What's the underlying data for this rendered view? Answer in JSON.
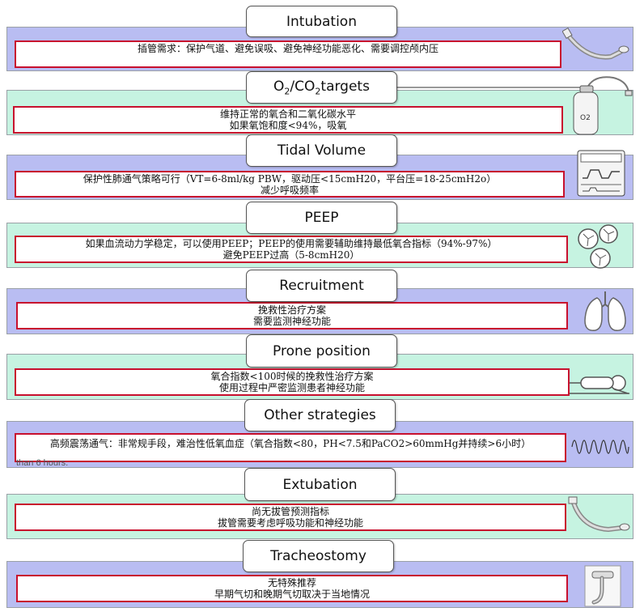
{
  "sections": [
    {
      "title": "Intubation",
      "lines": [
        "插管需求：保护气道、避免误吸、避免神经功能恶化、需要调控颅内压"
      ]
    },
    {
      "title_main": "O",
      "title_sub1": "2",
      "title_mid": "/CO",
      "title_sub2": "2",
      "title_end": "targets",
      "lines": [
        "维持正常的氧合和二氧化碳水平",
        "如果氧饱和度<94%，吸氧"
      ]
    },
    {
      "title": "Tidal Volume",
      "lines": [
        "保护性肺通气策略可行（VT=6-8ml/kg PBW，驱动压<15cmH20，平台压=18-25cmH2o）",
        "减少呼吸频率"
      ]
    },
    {
      "title": "PEEP",
      "lines": [
        "如果血流动力学稳定，可以使用PEEP；PEEP的使用需要辅助维持最低氧合指标（94%-97%）",
        "避免PEEP过高（5-8cmH20）"
      ]
    },
    {
      "title": "Recruitment",
      "lines": [
        "挽救性治疗方案",
        "需要监测神经功能"
      ]
    },
    {
      "title": "Prone position",
      "lines": [
        "氧合指数<100时候的挽救性治疗方案",
        "使用过程中严密监测患者神经功能"
      ]
    },
    {
      "title": "Other strategies",
      "lines": [
        "高频震荡通气：非常规手段，难治性低氧血症（氧合指数<80，PH<7.5和PaCO2>60mmHg并持续>6小时）"
      ],
      "stray": "than 6 hours."
    },
    {
      "title": "Extubation",
      "lines": [
        "尚无拔管预测指标",
        "拔管需要考虑呼吸功能和神经功能"
      ]
    },
    {
      "title": "Tracheostomy",
      "lines": [
        "无特殊推荐",
        "早期气切和晚期气切取决于当地情况"
      ]
    }
  ],
  "icons": {
    "oxygen_label": "O2"
  },
  "colors": {
    "blue_band": "#b9bdf2",
    "green_band": "#c6f3e1",
    "content_border": "#c8102e"
  }
}
